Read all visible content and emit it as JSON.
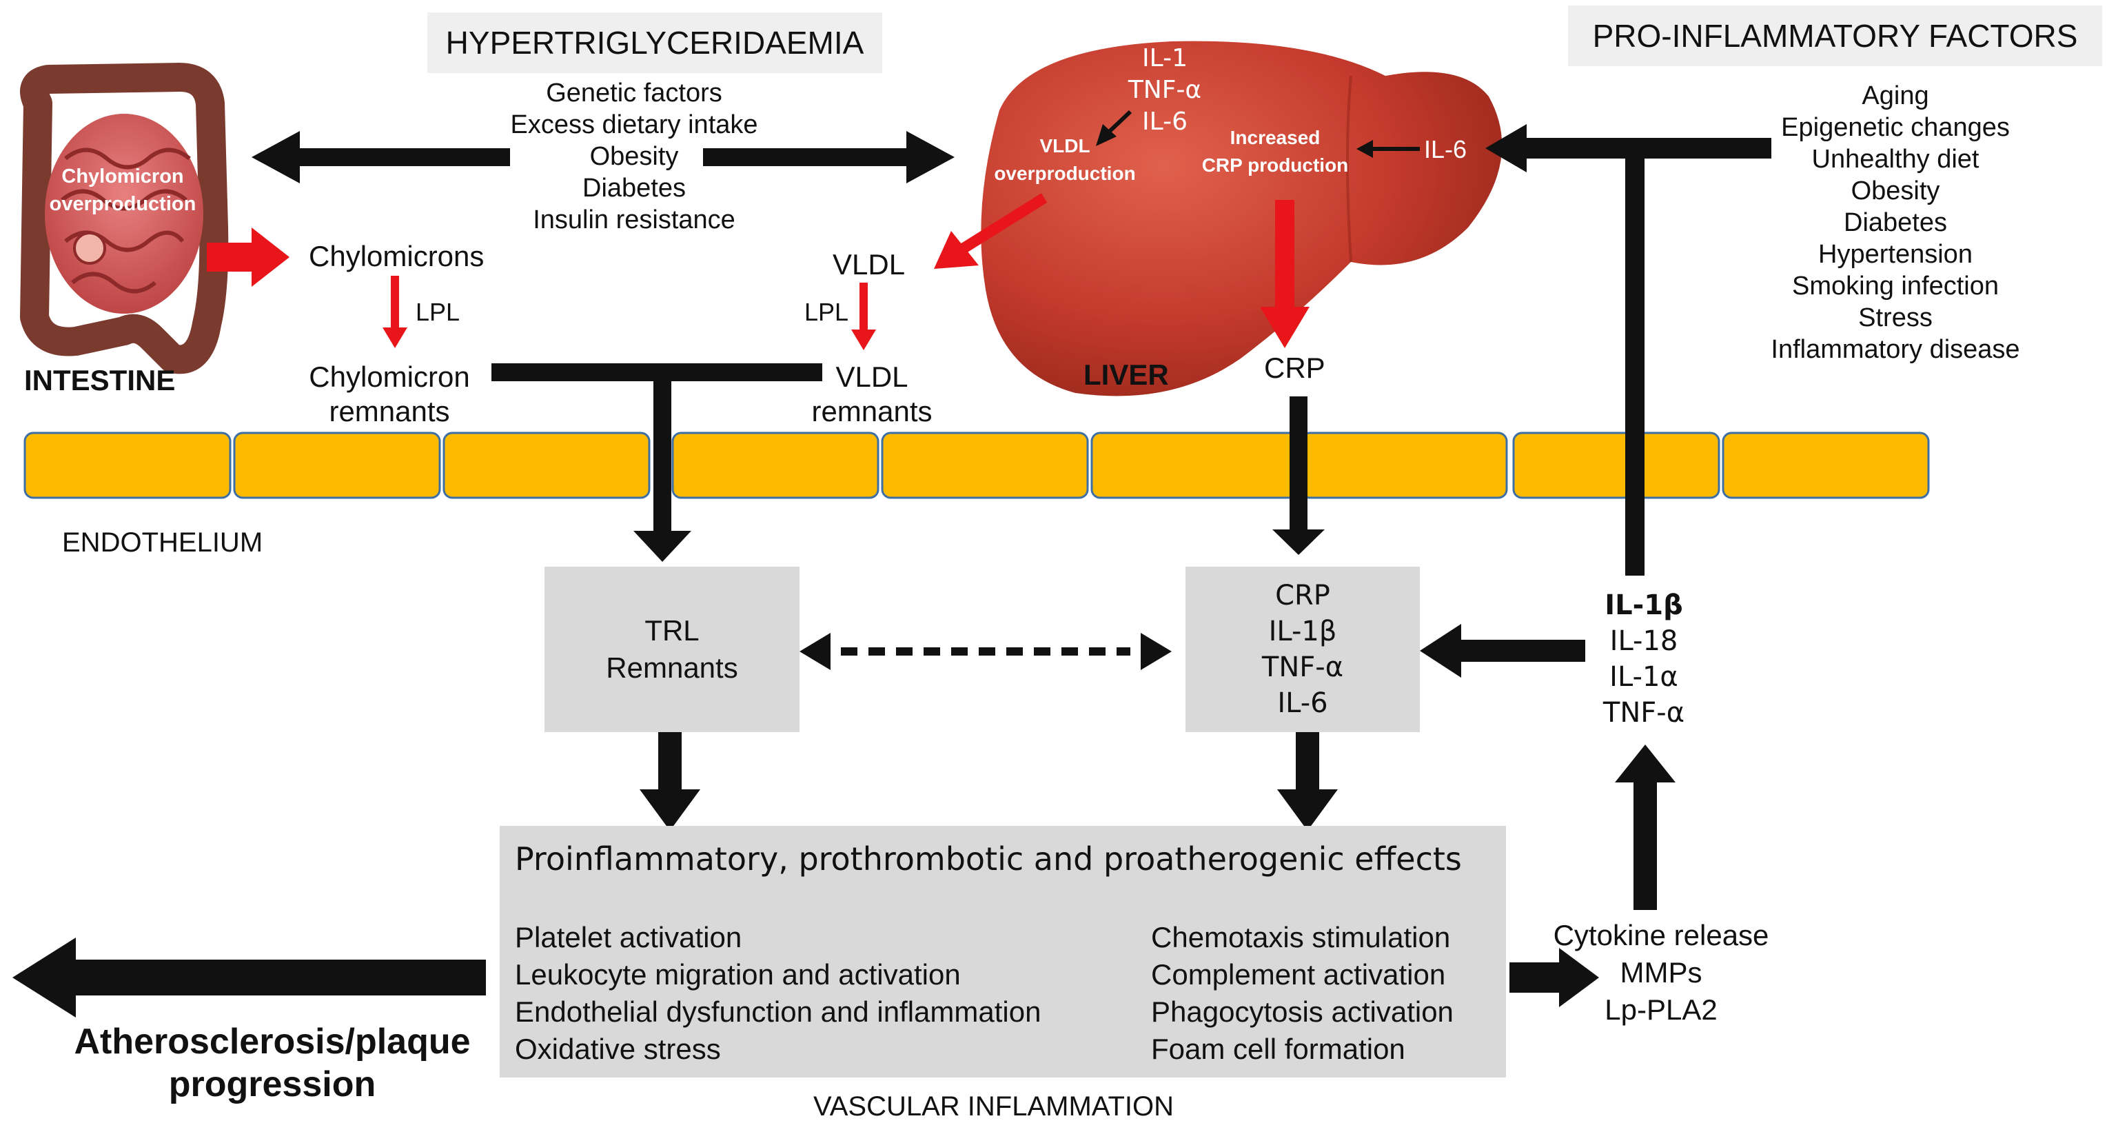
{
  "headers": {
    "hypertriglyceridaemia": "HYPERTRIGLYCERIDAEMIA",
    "pro_inflammatory": "PRO-INFLAMMATORY FACTORS"
  },
  "left_factors": [
    "Genetic factors",
    "Excess dietary intake",
    "Obesity",
    "Diabetes",
    "Insulin resistance"
  ],
  "right_factors": [
    "Aging",
    "Epigenetic changes",
    "Unhealthy diet",
    "Obesity",
    "Diabetes",
    "Hypertension",
    "Smoking infection",
    "Stress",
    "Inflammatory disease"
  ],
  "intestine": {
    "label": "INTESTINE",
    "overproduction": [
      "Chylomicron",
      "overproduction"
    ]
  },
  "liver": {
    "label": "LIVER",
    "cytokines": [
      "IL-1",
      "TNF-α",
      "IL-6"
    ],
    "vldl_over": [
      "VLDL",
      "overproduction"
    ],
    "crp_prod": [
      "Increased",
      "CRP production"
    ],
    "il6": "IL-6"
  },
  "pathway": {
    "chylomicrons": "Chylomicrons",
    "lpl_left": "LPL",
    "chylo_remnants": [
      "Chylomicron",
      "remnants"
    ],
    "vldl": "VLDL",
    "lpl_right": "LPL",
    "vldl_remnants": [
      "VLDL",
      "remnants"
    ],
    "crp": "CRP"
  },
  "endothelium": "ENDOTHELIUM",
  "trl_box": [
    "TRL",
    "Remnants"
  ],
  "crp_box": [
    "CRP",
    "IL-1β",
    "TNF-α",
    "IL-6"
  ],
  "il_list": {
    "first": "IL-1β",
    "rest": [
      "IL-18",
      "IL-1α",
      "TNF-α"
    ]
  },
  "effects": {
    "title": "Proinflammatory, prothrombotic and proatherogenic effects",
    "left": [
      "Platelet activation",
      "Leukocyte migration and activation",
      "Endothelial dysfunction and inflammation",
      "Oxidative stress"
    ],
    "right": [
      "Chemotaxis stimulation",
      "Complement activation",
      "Phagocytosis activation",
      "Foam cell formation"
    ]
  },
  "cytokine_release": [
    "Cytokine release",
    "MMPs",
    "Lp-PLA2"
  ],
  "atherosclerosis": [
    "Atherosclerosis/plaque",
    "progression"
  ],
  "vascular_inflammation": "VASCULAR INFLAMMATION",
  "colors": {
    "arrow_black": "#111111",
    "arrow_red": "#e8161b",
    "endothelium_fill": "#fdbb00",
    "endothelium_stroke": "#3d6fa6",
    "box_fill": "#d9d9d9",
    "liver": "#c43a2c",
    "intestine": "#d05454",
    "colon": "#7a3b2e"
  }
}
